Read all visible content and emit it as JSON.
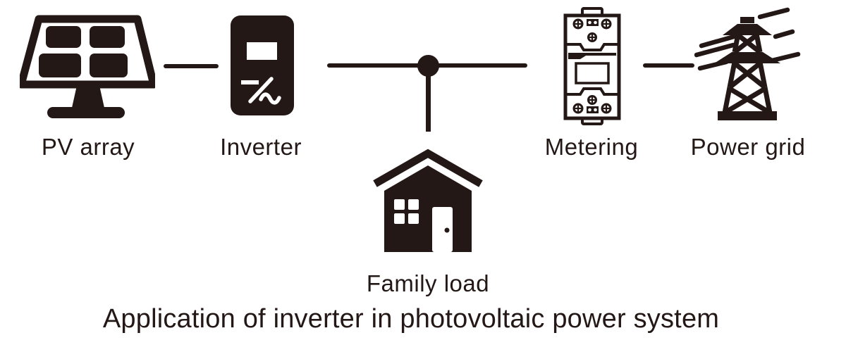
{
  "diagram": {
    "caption": "Application of inverter in photovoltaic power system",
    "nodes": [
      {
        "id": "pv-array",
        "label": "PV array"
      },
      {
        "id": "inverter",
        "label": "Inverter"
      },
      {
        "id": "family-load",
        "label": "Family load"
      },
      {
        "id": "metering",
        "label": "Metering"
      },
      {
        "id": "power-grid",
        "label": "Power grid"
      }
    ],
    "connections": [
      "pv-array -> inverter",
      "inverter -> junction",
      "junction -> family-load",
      "junction -> metering",
      "metering -> power-grid"
    ],
    "colors": {
      "ink": "#231815",
      "background": "#ffffff"
    }
  }
}
